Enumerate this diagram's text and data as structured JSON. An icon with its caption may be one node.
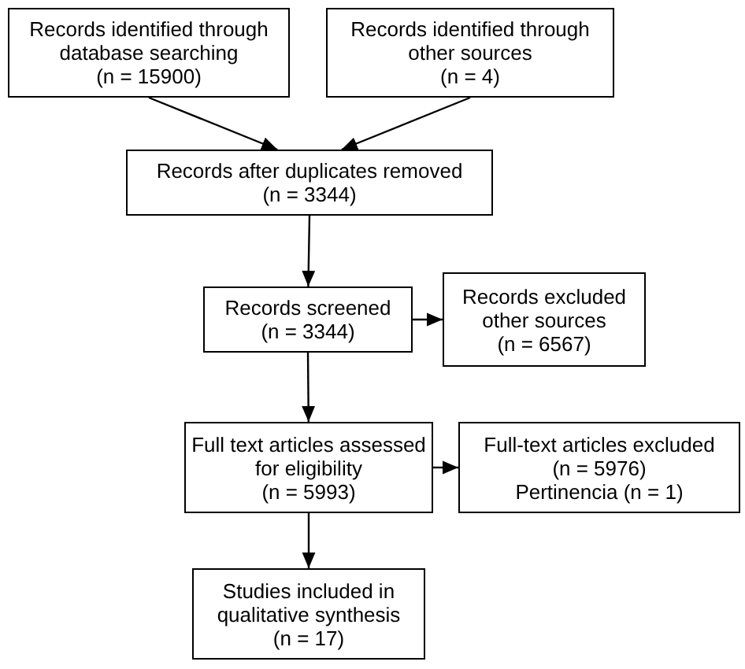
{
  "diagram": {
    "nodes": [
      {
        "text": [
          "Records identified through database searching",
          "(n = 15900)"
        ]
      },
      {
        "text": [
          "Records identified through other sources",
          "(n = 4)"
        ]
      },
      {
        "text": [
          "Records after duplicates removed",
          "(n = 3344)"
        ]
      },
      {
        "text": [
          "Records screened",
          "(n = 3344)"
        ]
      },
      {
        "text": [
          "Records excluded other sources",
          "(n = 6567)"
        ]
      },
      {
        "text": [
          "Full text articles assessed for eligibility",
          "(n = 5993)"
        ]
      },
      {
        "text": [
          "Full-text articles excluded",
          "(n = 5976)",
          "Pertinencia (n = 1)"
        ]
      },
      {
        "text": [
          "Studies included in qualitative synthesis",
          "(n = 17)"
        ]
      }
    ],
    "edges": [
      {
        "from": 0,
        "to": 2,
        "arrow": "to"
      },
      {
        "from": 1,
        "to": 2,
        "arrow": "to"
      },
      {
        "from": 2,
        "to": 3,
        "arrow": "to"
      },
      {
        "from": 3,
        "to": 4,
        "arrow": "to"
      },
      {
        "from": 3,
        "to": 5,
        "arrow": "to"
      },
      {
        "from": 5,
        "to": 6,
        "arrow": "to"
      },
      {
        "from": 5,
        "to": 7,
        "arrow": "to"
      }
    ]
  }
}
